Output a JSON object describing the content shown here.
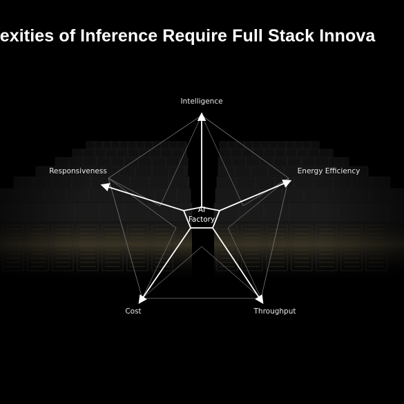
{
  "slide": {
    "title": "mplexities of Inference Require Full Stack Innova"
  },
  "diagram": {
    "center": {
      "line1": "AI",
      "line2": "Factory"
    },
    "axes": [
      {
        "label": "Intelligence"
      },
      {
        "label": "Energy Efficiency"
      },
      {
        "label": "Throughput"
      },
      {
        "label": "Cost"
      },
      {
        "label": "Responsiveness"
      }
    ]
  },
  "colors": {
    "background": "#000000",
    "text": "#ffffff",
    "arrow": "#ffffff",
    "pentagon_outline": "#8a8a8a",
    "server_glow": "#8a7a4a"
  }
}
